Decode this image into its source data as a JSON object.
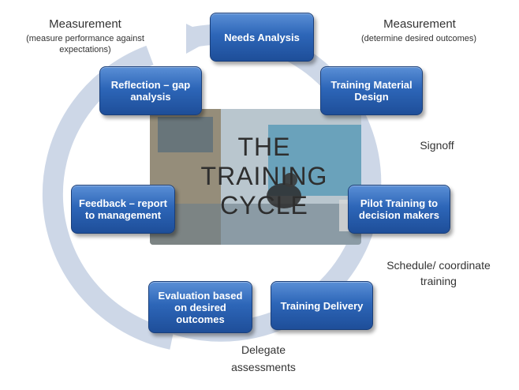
{
  "center": {
    "line1": "THE",
    "line2": "TRAINING",
    "line3": "CYCLE"
  },
  "stages": {
    "needs_analysis": "Needs Analysis",
    "training_material_design": "Training Material Design",
    "pilot_training": "Pilot Training to decision makers",
    "training_delivery": "Training Delivery",
    "evaluation": "Evaluation based on desired outcomes",
    "feedback": "Feedback – report to management",
    "reflection": "Reflection – gap analysis"
  },
  "annotations": {
    "measurement_left_title": "Measurement",
    "measurement_left_detail": "(measure performance against expectations)",
    "measurement_right_title": "Measurement",
    "measurement_right_detail": "(determine desired outcomes)",
    "signoff": "Signoff",
    "schedule": "Schedule/ coordinate training",
    "delegate": "Delegate assessments"
  },
  "colors": {
    "box": "#2d66b8",
    "ring": "#c8d4e6",
    "text": "#333333"
  }
}
